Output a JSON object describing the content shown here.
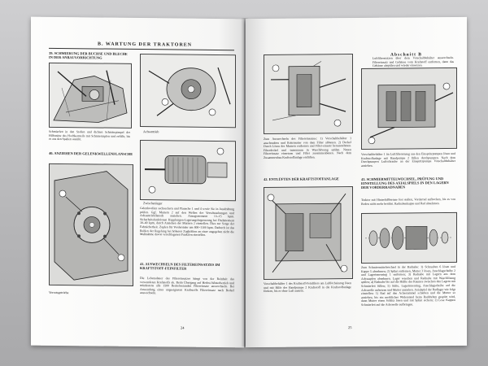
{
  "left_page": {
    "running_head": "B. WARTUNG DER TRAKTOREN",
    "section_39_heading": "39. SCHMIERUNG DER BUCHSE UND BLECHE IN DER ANBAUVORRICHTUNG",
    "section_39_text": "Schmierfett in den Stoßen und dichten Schmierpinspel der Hilfsmitte des Hochkernteils mit Schmierzapfen und erfülle, bis es aus den Spalten austritt.",
    "caption_achsantrieb": "Achsantrieb",
    "section_40_heading": "40. ANZIEHEN DER GELENKWELLENFLANSCHE",
    "caption_zwischenlager": "Zwischenlager",
    "section_40_text": "Gelenkwellen sechseckern und Flansche 1 und 4 sowie Sie in Ausdrehung prüfen. Ggf. Muttern 2 auf den Wellen der Verschraubungen und Achsantriebflansch anziehen. Anzugsmoment 13–15 kpm. Sicherheitsfunktionen Kupplungen-Lagerungsbegrenzung bei Drehmoment 30–40 kpm, durch Anziehen der Muttern 2 einstellen. Dies zur Sorge der Fahrsicherheit. Zapfen für Vorderräder um 800–1100 kpm. Dadurch ist das Reißen der Regelung bei höheren Zugkräften an einer angegeben nicht die Maßnahme davon verschlagenen Funktion einstellen.",
    "section_41_heading": "41. AUSWECHSELN DES FILTEREINSATZES IM KRAFTSTOFF-FEINFILTER",
    "section_41_text": "Die Lebensdauer des Filtereinsatzes hängt von der Reinheit des verwendeten Kraftstoffs ab. Beim Übergang auf Herbst-Winterbetrieb und mindestens alle 1500 Betriebsstunden Filtereinsatz auswechseln. Bei Anwendung eines ungeeigneten Kraftstoffs Filtereinsatz nach Bedarf auswechseln.",
    "caption_vorratsgetriebe": "Vorratsgetriebe",
    "page_number": "24"
  },
  "right_page": {
    "running_head": "Abschnitt B",
    "section_top_text": "Luftfilterstutzen über dem Vorschaltbehälter auswechseln. Filtereinsatz und Gehäuse vom Kraftstoff entfernen, dann das Gehäuse abspülen und wieder einsetzen.",
    "section_top_left_text": "Zum Auswechseln des Filtereinsatzes: 1) Vorschaltbehälter 1 anschrauben und Rohrmutter von dem Filter abbauen. 2) Deckel Durch Lösen der Muttern entfernen und Filter-einsatz herausnehmen. Filterdeckel und -innenraum in Waschlösung spülen. Neuen Filtereinsatz einsetzen und Filter zusammenbauen. Nach dem Zusammenbau Kraftstoffanlage entlüften.",
    "section_right_middle_text": "Vorschaltbehälter 1 im Luftfiltereinzug aus den Einspritzpumpen lösen und Kraftstoffanlage mit Handpumpe 2 füllen durchpumpen. Nach dem Durchpumpen Luftschraube an der Einspritzpumpe Vorschaltbehälter anziehen.",
    "section_42_heading": "42. ENTLÜFTEN DER KRAFTSTOFFANLAGE",
    "section_42_text": "Vorschaltbehälter 1 des Kraftstoff-Feinfilters am Luftlöcheinzug lösen und mit Hilfe der Handpumpe 2 Kraftstoff in die Kraftstoffanlage fördern, bis er ohne Luft austritt.",
    "section_43_heading": "43. SCHMIERMITTELWECHSEL, PRÜFUNG UND EINSTELLUNG DES AXIALSPIELS IN DEN LAGERN DER VORDERRADNABEN",
    "section_43_text": "Traktor mit Hinterfußbremse fest stellen, Vorderrad aufbocken, bis es von Boden nicht mehr berührt. Radnabenkappe und Rad abnehmen.",
    "section_43_list": "Zum Schmiermittelwechsel in der Radnabe: 1) Schrauben 6 lösen und Kappe 5 abnehmen; 2) Splint entfernen, Mutter 3 lösen, Anschlagscheibe 2 und Lagerinnenring 1 entfernen; 3) Radnabe mit Lagern aus dem Achszapfen abnehmen. Lager waschen und Radnabe mit Waschlösung spülen; 4) Radnabe bis auf die Hälfte des Raumes zwischen den Lagern mit Schmierfett füllen; 5) Stifte, Lagerinnenring, Anschlagscheibe auf die Achswelle aufsetzen und Mutter anziehen. Axialspiel der Radlager wie folgt einstellen: 1) Rad auf den Achsstummel schieben und die Mutter so anziehen, bis ein merkliches Widerstand beim Raddrehen gespürt wird, dann Mutter einen Schlitz lösen und mit Splint sichern; 2) Lose Kappen Schmierfett auf die Achswelle aufbringen.",
    "page_number": "25"
  }
}
